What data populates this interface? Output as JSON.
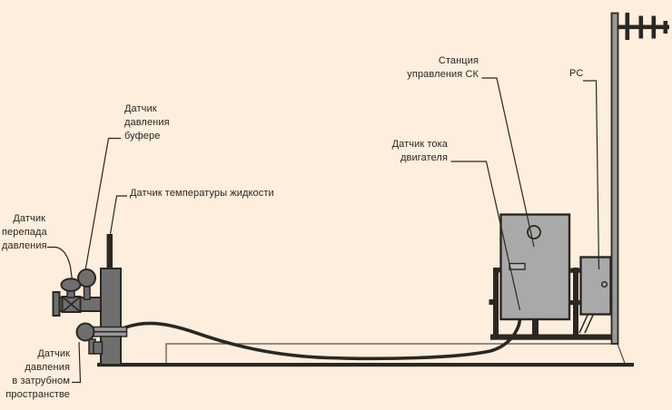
{
  "colors": {
    "background": "#fdeedd",
    "line": "#2b2722",
    "equipment_dark_gray": "#6f6f6f",
    "equipment_light_gray": "#a9a9a9",
    "label_text": "#2b2520"
  },
  "labels": {
    "buffer_pressure": {
      "l1": "Датчик",
      "l2": "давления",
      "l3": "буфере"
    },
    "liquid_temperature": {
      "text": "Датчик температуры жидкости"
    },
    "differential_pressure": {
      "l1": "Датчик",
      "l2": "перепада",
      "l3": "давления"
    },
    "annulus_pressure": {
      "l1": "Датчик",
      "l2": "давления",
      "l3": "в затрубном",
      "l4": "пространстве"
    },
    "control_station": {
      "l1": "Станция",
      "l2": "управления СК"
    },
    "motor_current": {
      "l1": "Датчик тока",
      "l2": "двигателя"
    },
    "radio": {
      "text": "РС"
    }
  }
}
